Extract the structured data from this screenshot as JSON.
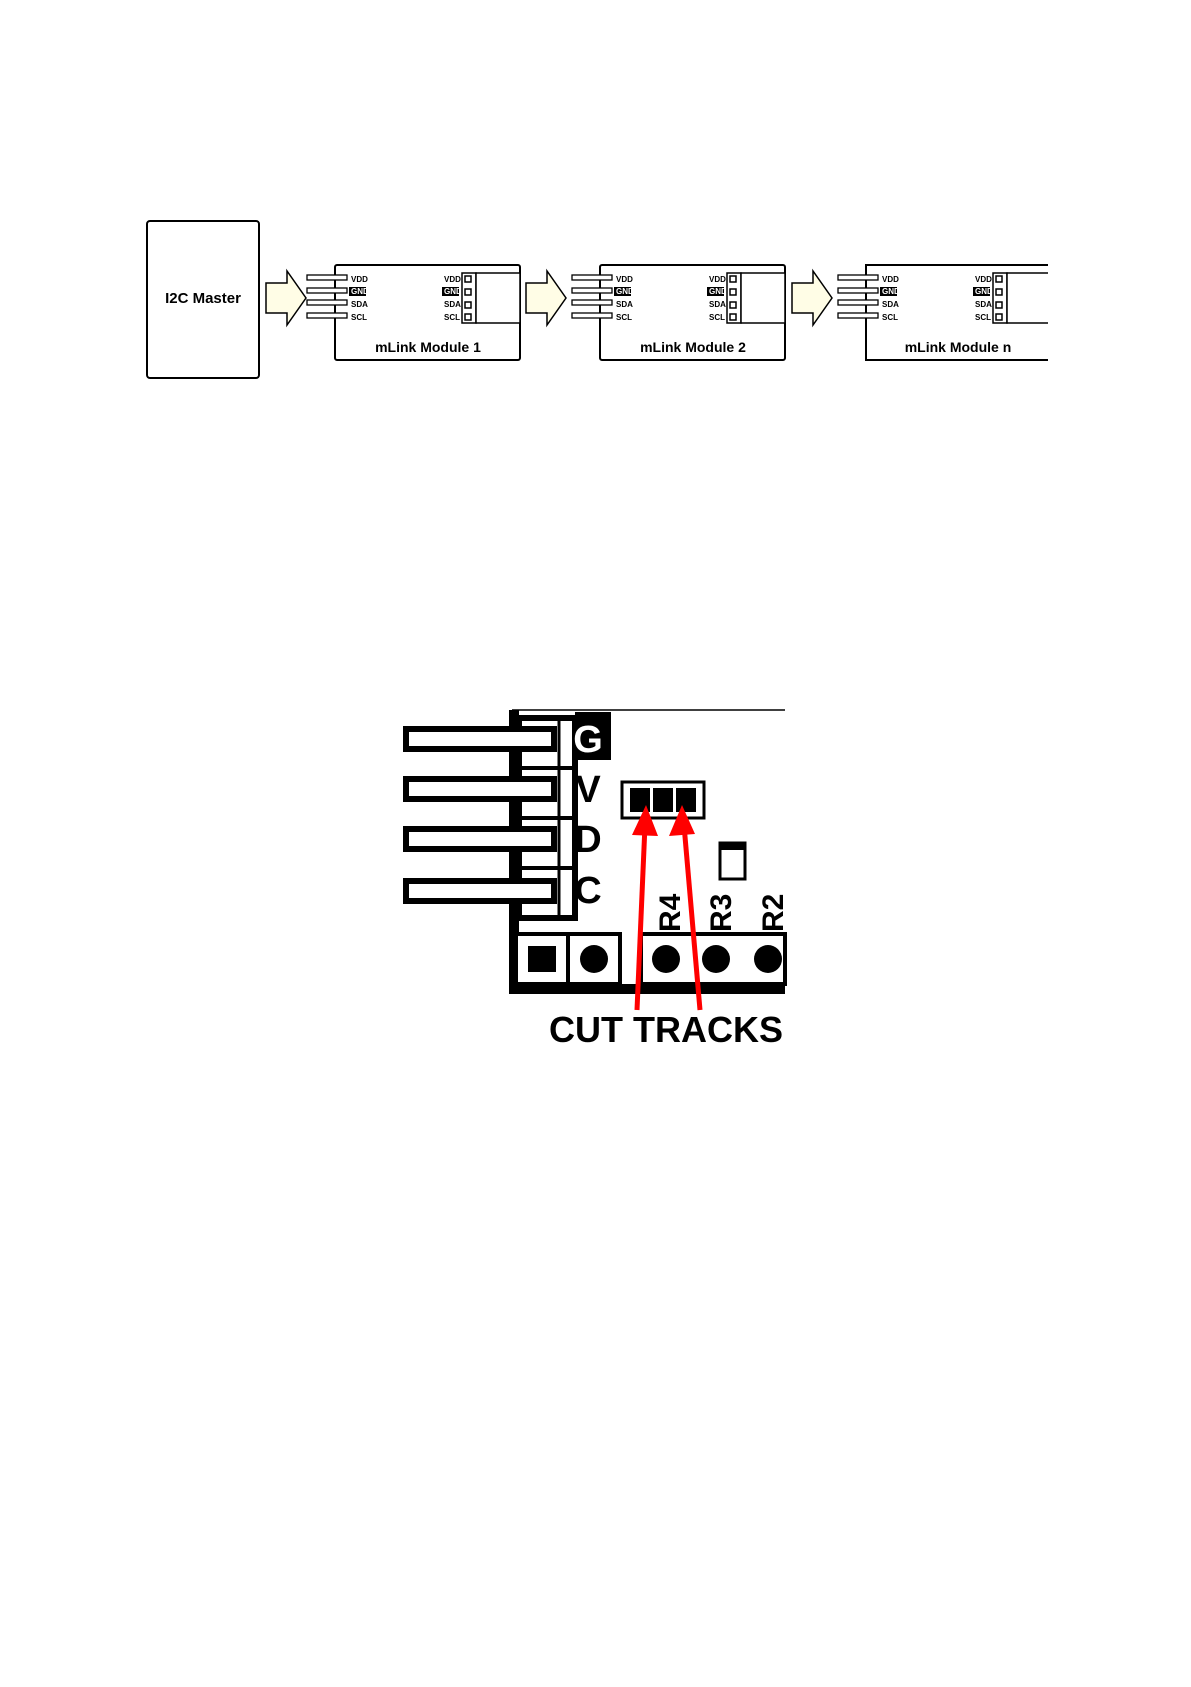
{
  "chain_diagram": {
    "master_label": "I2C Master",
    "modules": [
      {
        "title": "mLink Module 1"
      },
      {
        "title": "mLink Module 2"
      },
      {
        "title": "mLink Module n"
      }
    ],
    "pins": [
      "VDD",
      "GND",
      "SDA",
      "SCL"
    ]
  },
  "board_detail": {
    "header_letters": [
      "G",
      "V",
      "D",
      "C"
    ],
    "resistor_labels": [
      "R4",
      "R3",
      "R2"
    ],
    "callout": "CUT TRACKS",
    "arrow_color": "#ff0000"
  }
}
